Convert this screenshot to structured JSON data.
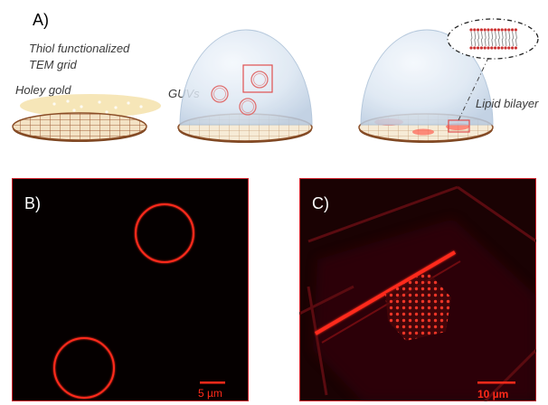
{
  "panel_a": {
    "letter": "A)",
    "label_thiol_line1": "Thiol functionalized",
    "label_thiol_line2": "TEM grid",
    "label_holey_gold": "Holey gold",
    "label_guvs": "GUVs",
    "label_lipid_bilayer": "Lipid bilayer"
  },
  "panel_b": {
    "letter": "B)",
    "scale_bar_label": "5 µm"
  },
  "panel_c": {
    "letter": "C)",
    "scale_bar_label": "10 µm"
  },
  "colors": {
    "fluorescence_red": "#ff2a1a",
    "panel_border": "#d0202a",
    "dome_blue": "#cfdcec",
    "grid_brown": "#9a5a30",
    "gold_film": "#f5e3b0"
  }
}
